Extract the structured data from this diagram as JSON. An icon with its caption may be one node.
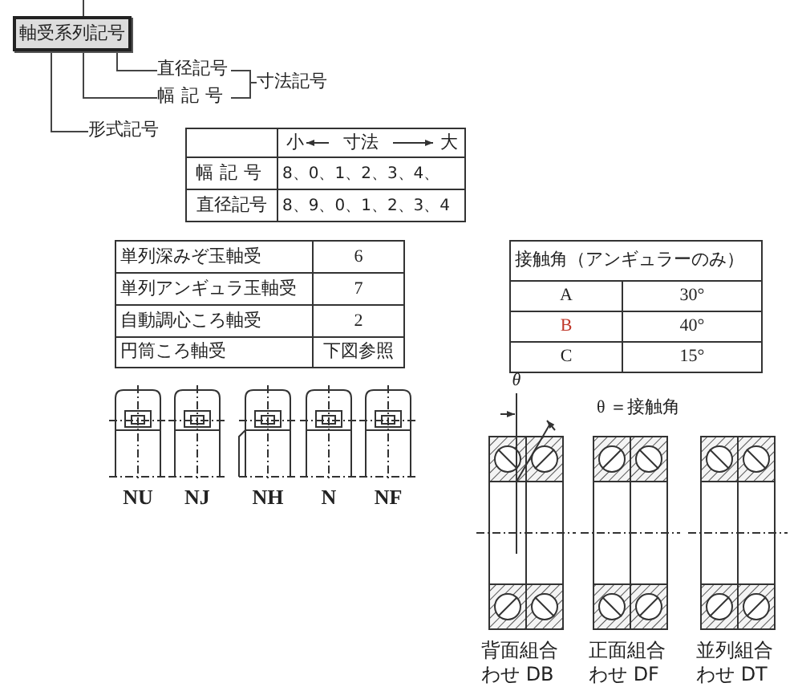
{
  "diagram": {
    "nodes": [
      {
        "text": [
          "軸受系列記号"
        ]
      },
      {
        "text": [
          "直径記号"
        ]
      },
      {
        "text": [
          "幅記号"
        ]
      },
      {
        "text": [
          "寸法記号"
        ]
      },
      {
        "text": [
          "形式記号"
        ]
      }
    ],
    "edges": [
      {
        "from": null,
        "to": 0,
        "arrow": "none"
      },
      {
        "from": 0,
        "to": 1,
        "arrow": "none"
      },
      {
        "from": 0,
        "to": 2,
        "arrow": "none"
      },
      {
        "from": 0,
        "to": 4,
        "arrow": "none"
      },
      {
        "from": 1,
        "to": 3,
        "arrow": "none"
      },
      {
        "from": 2,
        "to": 3,
        "arrow": "none"
      }
    ],
    "labels": [
      "小",
      "寸法",
      "大",
      "幅記号",
      "8、0、1、2、3、4、",
      "直径記号",
      "8、9、0、1、2、3、4",
      "単列深みぞ玉軸受",
      "6",
      "単列アンギュラ玉軸受",
      "7",
      "自動調心ころ軸受",
      "2",
      "円筒ころ軸受",
      "下図参照",
      "接触角（アンギュラーのみ）",
      "A",
      "30°",
      "B",
      "40°",
      "C",
      "15°",
      "NU",
      "NJ",
      "NH",
      "N",
      "NF",
      "θ",
      "θ ＝接触角",
      "背面組合わせ DB",
      "正面組合わせ DF",
      "並列組合わせ DT"
    ]
  }
}
